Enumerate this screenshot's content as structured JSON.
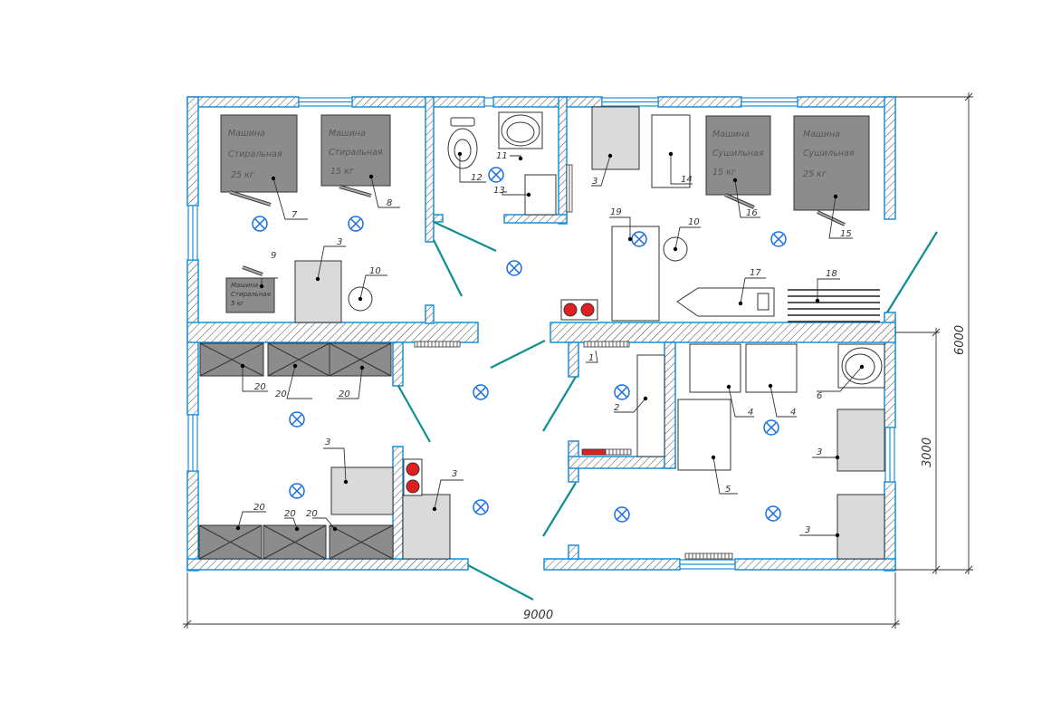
{
  "dimensions": {
    "width": "9000",
    "height_total": "6000",
    "height_part": "3000"
  },
  "machines": {
    "washer_25": [
      "Машина",
      "Стиральная",
      "25 кг"
    ],
    "washer_15": [
      "Машина",
      "Стиральная",
      "15 кг"
    ],
    "dryer_15": [
      "Машина",
      "Сушильная",
      "15 кг"
    ],
    "dryer_25": [
      "Машина",
      "Сушильная",
      "25 кг"
    ],
    "washer_5": [
      "Машина",
      "Стиральная",
      "5 кг"
    ]
  },
  "labels": {
    "n1": "1",
    "n2": "2",
    "n3": "3",
    "n4": "4",
    "n5": "5",
    "n6": "6",
    "n7": "7",
    "n8": "8",
    "n9": "9",
    "n10": "10",
    "n11": "11",
    "n12": "12",
    "n13": "13",
    "n14": "14",
    "n15": "15",
    "n16": "16",
    "n17": "17",
    "n18": "18",
    "n19": "19",
    "n20": "20"
  },
  "colors": {
    "wall_outline": "#1a8fd8",
    "door": "#0e8f8f",
    "lamp": "#1a6fe0",
    "equipment_dark": "#8c8c8c",
    "equipment_light": "#dadada",
    "heater": "#e02020"
  }
}
